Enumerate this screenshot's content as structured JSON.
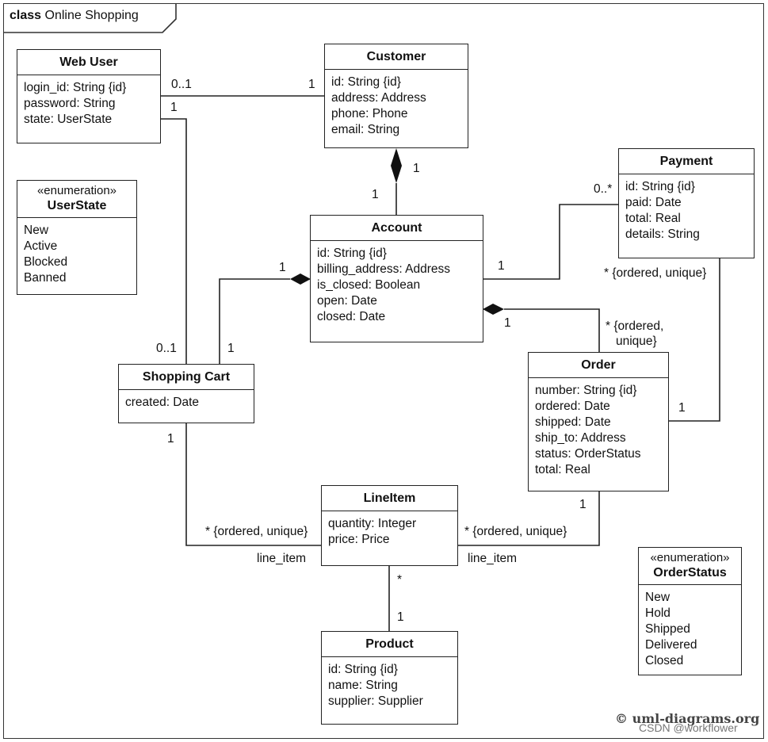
{
  "frame": {
    "keyword": "class",
    "name": "Online Shopping"
  },
  "classes": {
    "web_user": {
      "name": "Web User",
      "attrs": [
        "login_id: String {id}",
        "password: String",
        "state: UserState"
      ]
    },
    "customer": {
      "name": "Customer",
      "attrs": [
        "id: String {id}",
        "address: Address",
        "phone: Phone",
        "email: String"
      ]
    },
    "payment": {
      "name": "Payment",
      "attrs": [
        "id: String {id}",
        "paid: Date",
        "total: Real",
        "details: String"
      ]
    },
    "account": {
      "name": "Account",
      "attrs": [
        "id: String {id}",
        "billing_address: Address",
        "is_closed: Boolean",
        "open: Date",
        "closed: Date"
      ]
    },
    "shopping_cart": {
      "name": "Shopping Cart",
      "attrs": [
        "created: Date"
      ]
    },
    "order": {
      "name": "Order",
      "attrs": [
        "number: String {id}",
        "ordered: Date",
        "shipped: Date",
        "ship_to: Address",
        "status: OrderStatus",
        "total: Real"
      ]
    },
    "line_item": {
      "name": "LineItem",
      "attrs": [
        "quantity: Integer",
        "price: Price"
      ]
    },
    "product": {
      "name": "Product",
      "attrs": [
        "id: String {id}",
        "name: String",
        "supplier: Supplier"
      ]
    }
  },
  "enums": {
    "user_state": {
      "stereotype": "«enumeration»",
      "name": "UserState",
      "literals": [
        "New",
        "Active",
        "Blocked",
        "Banned"
      ]
    },
    "order_status": {
      "stereotype": "«enumeration»",
      "name": "OrderStatus",
      "literals": [
        "New",
        "Hold",
        "Shipped",
        "Delivered",
        "Closed"
      ]
    }
  },
  "labels": {
    "webuser_customer_webuser_end": "0..1",
    "webuser_customer_customer_end": "1",
    "webuser_cart_webuser_end": "1",
    "webuser_cart_cart_end": "0..1",
    "customer_account_customer_end": "1",
    "customer_account_account_end": "1",
    "account_payment_account_end": "1",
    "account_payment_payment_end": "0..*",
    "account_cart_account_end": "1",
    "account_cart_cart_end": "1",
    "account_order_account_end": "1",
    "account_order_order_end_mult": "*",
    "account_order_order_end_constraint": "{ordered,",
    "account_order_order_end_constraint2": "unique}",
    "payment_order_payment_end": "* {ordered, unique}",
    "payment_order_order_end": "1",
    "cart_lineitem_cart_end": "1",
    "cart_lineitem_lineitem_end": "* {ordered, unique}",
    "cart_lineitem_role": "line_item",
    "order_lineitem_order_end": "1",
    "order_lineitem_lineitem_end": "* {ordered, unique}",
    "order_lineitem_role": "line_item",
    "lineitem_product_lineitem_end": "*",
    "lineitem_product_product_end": "1"
  },
  "footer": {
    "credit": "© uml-diagrams.org",
    "watermark": "CSDN @workflower"
  }
}
